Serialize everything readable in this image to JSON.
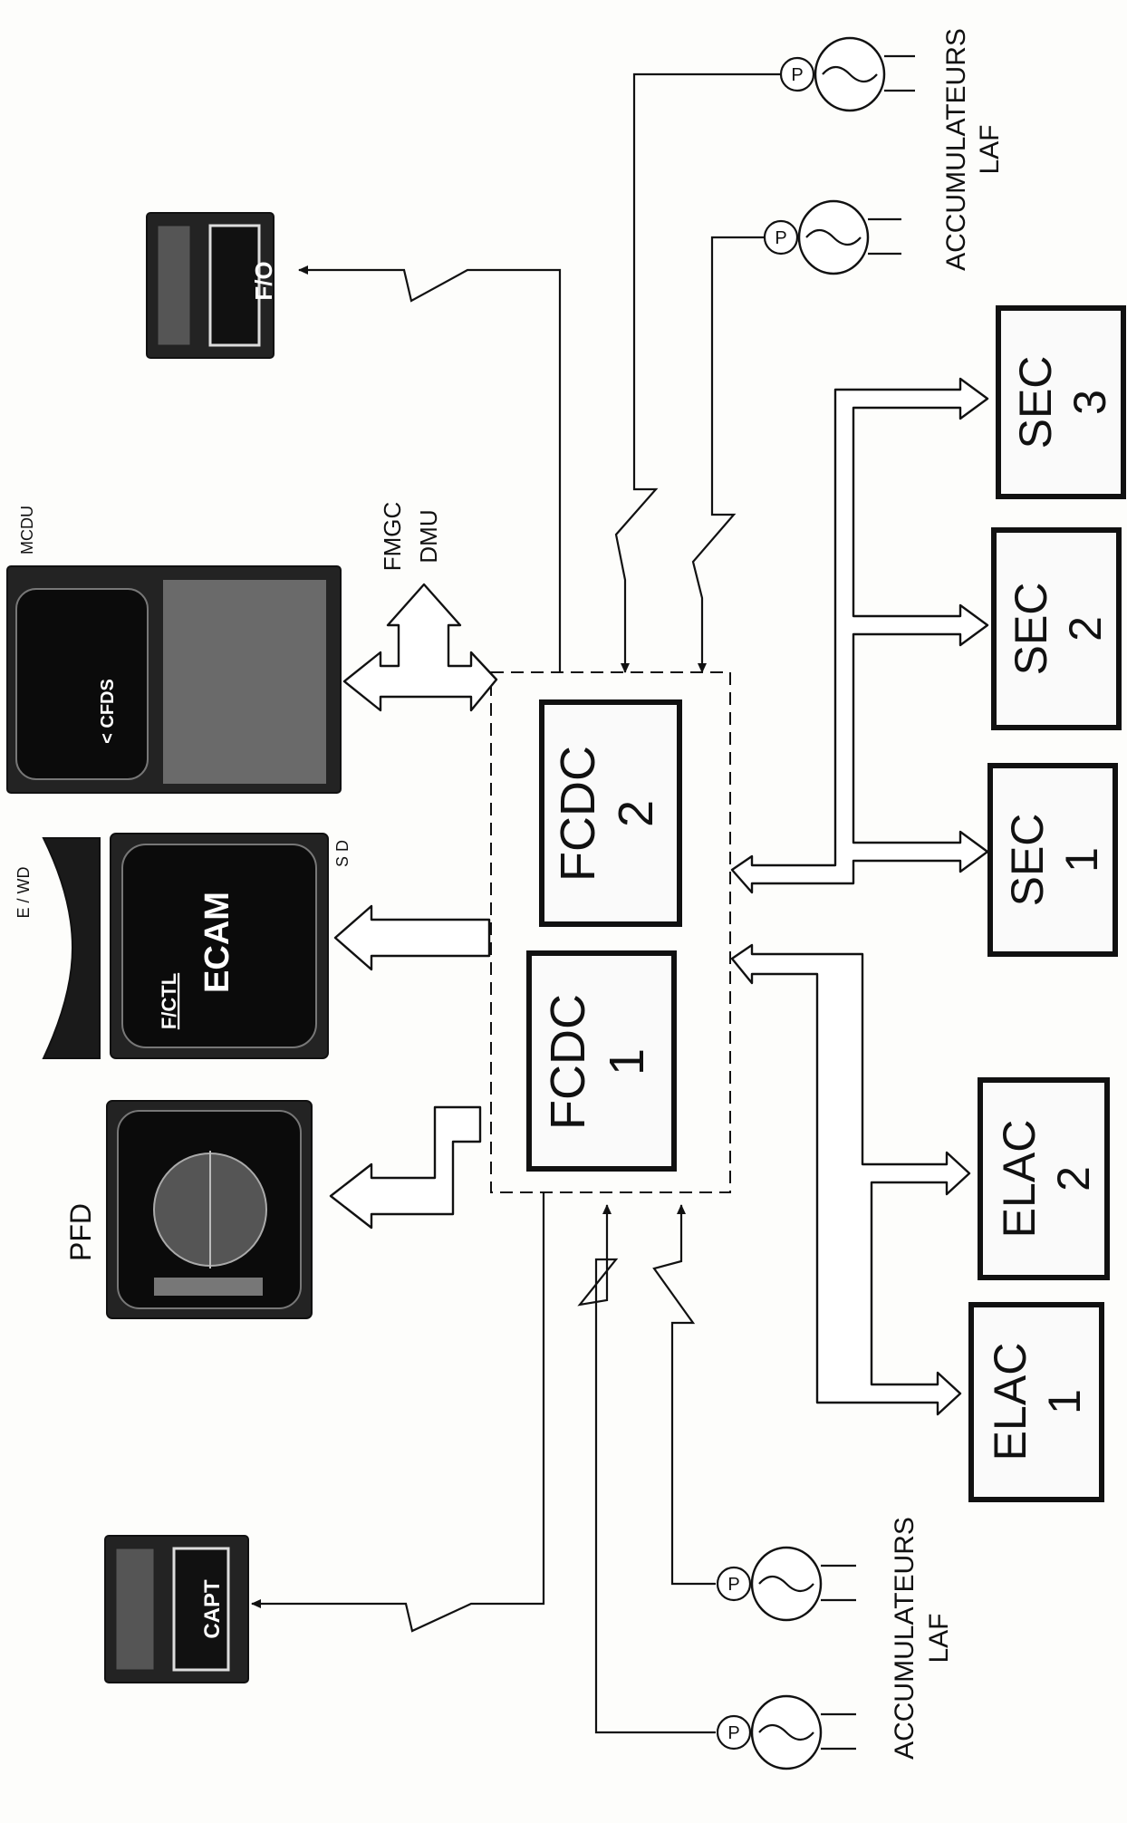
{
  "computers": {
    "fcdc_1": {
      "name": "FCDC",
      "number": "1"
    },
    "fcdc_2": {
      "name": "FCDC",
      "number": "2"
    },
    "sec_1": {
      "name": "SEC",
      "number": "1"
    },
    "sec_2": {
      "name": "SEC",
      "number": "2"
    },
    "sec_3": {
      "name": "SEC",
      "number": "3"
    },
    "elac_1": {
      "name": "ELAC",
      "number": "1"
    },
    "elac_2": {
      "name": "ELAC",
      "number": "2"
    }
  },
  "displays": {
    "pfd": "PFD",
    "ecam_screen": "ECAM",
    "ecam_page": "F/CTL",
    "ewd": "E / WD",
    "sd": "S D",
    "mcdu": "MCDU",
    "mcdu_screen": "< CFDS"
  },
  "destinations": {
    "fmgc": "FMGC",
    "dmu": "DMU"
  },
  "panels": {
    "fo": "F/O",
    "capt": "CAPT"
  },
  "accumulators": {
    "top": {
      "line1": "ACCUMULATEURS",
      "line2": "LAF",
      "pump_letter": "P"
    },
    "bottom": {
      "line1": "ACCUMULATEURS",
      "line2": "LAF",
      "pump_letter": "P"
    }
  }
}
